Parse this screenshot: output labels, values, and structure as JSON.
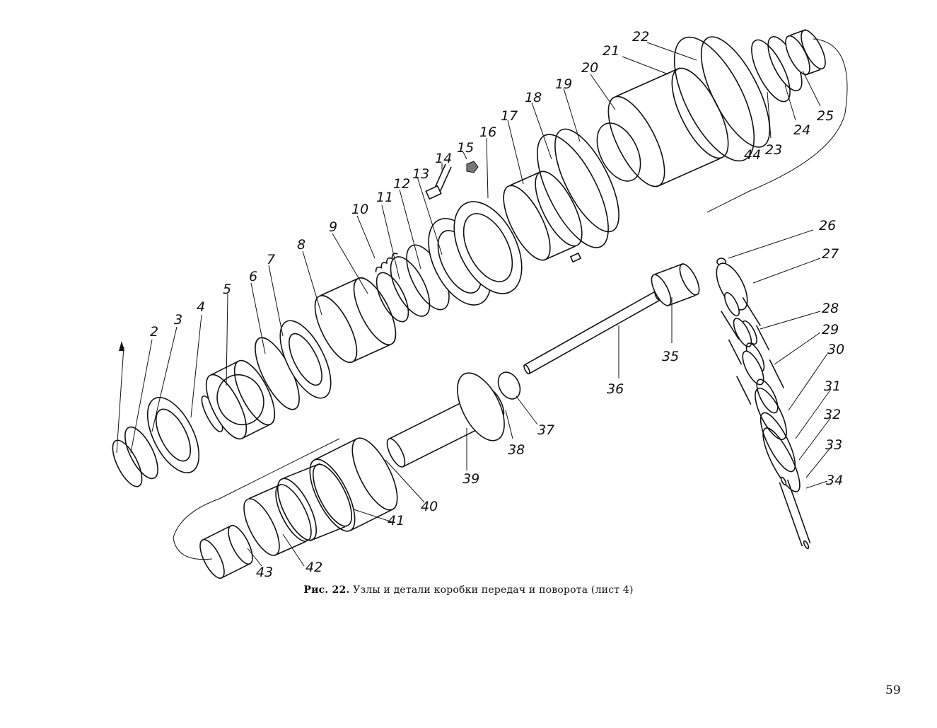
{
  "figure": {
    "caption_prefix": "Рис. 22.",
    "caption_text": "Узлы и детали коробки передач и поворота (лист 4)"
  },
  "page_number": "59",
  "callouts": [
    "2",
    "3",
    "4",
    "5",
    "6",
    "7",
    "8",
    "9",
    "10",
    "11",
    "12",
    "13",
    "14",
    "15",
    "16",
    "17",
    "18",
    "19",
    "20",
    "21",
    "22",
    "23",
    "44",
    "24",
    "25",
    "26",
    "27",
    "28",
    "29",
    "30",
    "31",
    "32",
    "33",
    "34",
    "35",
    "36",
    "37",
    "38",
    "39",
    "40",
    "41",
    "42",
    "43"
  ]
}
